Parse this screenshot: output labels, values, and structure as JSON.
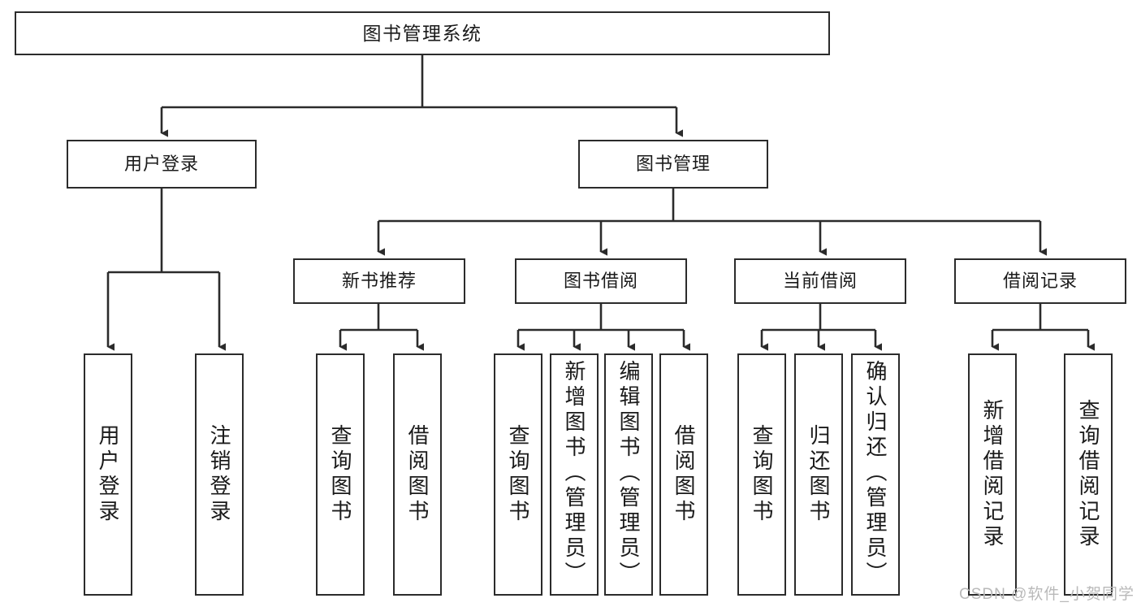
{
  "diagram": {
    "title": "图书管理系统",
    "type": "tree",
    "watermark": "CSDN @软件_小贺同学",
    "nodes": {
      "root": {
        "label": "图书管理系统"
      },
      "level2": [
        {
          "id": "user-login",
          "label": "用户登录"
        },
        {
          "id": "book-manage",
          "label": "图书管理"
        }
      ],
      "level3": [
        {
          "id": "new-book-recommend",
          "label": "新书推荐"
        },
        {
          "id": "book-borrow",
          "label": "图书借阅"
        },
        {
          "id": "current-borrow",
          "label": "当前借阅"
        },
        {
          "id": "borrow-record",
          "label": "借阅记录"
        }
      ],
      "leaves": [
        {
          "id": "leaf-user-login",
          "label": "用户登录",
          "parent": "user-login"
        },
        {
          "id": "leaf-logout",
          "label": "注销登录",
          "parent": "user-login"
        },
        {
          "id": "leaf-query-book-1",
          "label": "查询图书",
          "parent": "new-book-recommend"
        },
        {
          "id": "leaf-borrow-book-1",
          "label": "借阅图书",
          "parent": "new-book-recommend"
        },
        {
          "id": "leaf-query-book-2",
          "label": "查询图书",
          "parent": "book-borrow"
        },
        {
          "id": "leaf-add-book",
          "label": "新增图书（管理员）",
          "parent": "book-borrow"
        },
        {
          "id": "leaf-edit-book",
          "label": "编辑图书（管理员）",
          "parent": "book-borrow"
        },
        {
          "id": "leaf-borrow-book-2",
          "label": "借阅图书",
          "parent": "book-borrow"
        },
        {
          "id": "leaf-query-book-3",
          "label": "查询图书",
          "parent": "current-borrow"
        },
        {
          "id": "leaf-return-book",
          "label": "归还图书",
          "parent": "current-borrow"
        },
        {
          "id": "leaf-confirm-return",
          "label": "确认归还（管理员）",
          "parent": "current-borrow"
        },
        {
          "id": "leaf-add-record",
          "label": "新增借阅记录",
          "parent": "borrow-record"
        },
        {
          "id": "leaf-query-record",
          "label": "查询借阅记录",
          "parent": "borrow-record"
        }
      ]
    },
    "colors": {
      "stroke": "#2b2b2b",
      "fill": "#ffffff",
      "text": "#1a1a1a",
      "watermark": "#b9b9b9"
    }
  }
}
